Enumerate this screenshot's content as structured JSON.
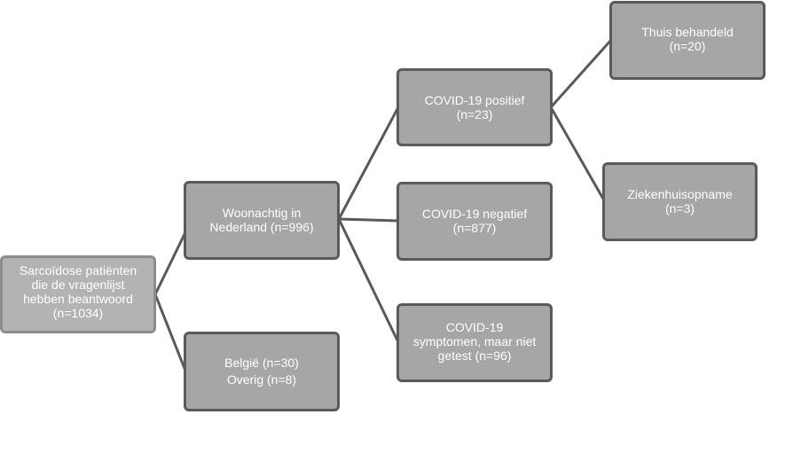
{
  "nodes": {
    "root": [
      "Sarcoïdose patiënten",
      "die de vragenlijst",
      "hebben beantwoord",
      "(n=1034)"
    ],
    "netherlands": [
      "Woonachtig in",
      "Nederland (n=996)"
    ],
    "belgium_other": [
      "België (n=30)",
      "Overig (n=8)"
    ],
    "covid_positive": [
      "COVID-19 positief",
      "(n=23)"
    ],
    "covid_negative": [
      "COVID-19 negatief",
      "(n=877)"
    ],
    "covid_symptoms": [
      "COVID-19",
      "symptomen, maar niet",
      "getest (n=96)"
    ],
    "treated_home": [
      "Thuis behandeld",
      "(n=20)"
    ],
    "hospitalised": [
      "Ziekenhuisopname",
      "(n=3)"
    ]
  },
  "colors": {
    "node_fill": "#a6a6a6",
    "node_border": "#5a5a5a",
    "root_fill": "#b3b3b3",
    "root_border": "#8c8c8c",
    "connector": "#595959",
    "text": "#ffffff"
  }
}
